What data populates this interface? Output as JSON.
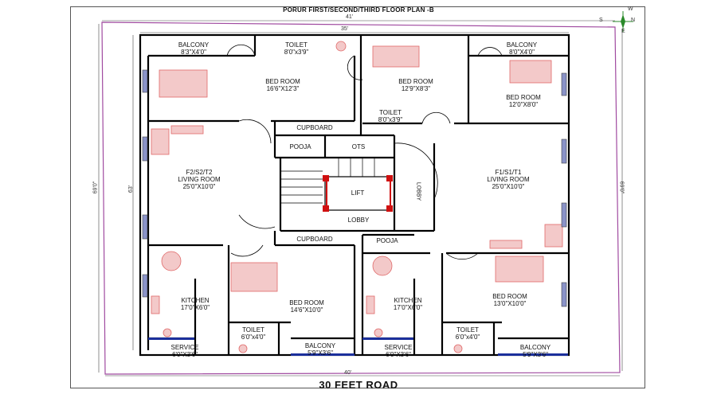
{
  "title": "PORUR FIRST/SECOND/THIRD FLOOR PLAN -B",
  "road": "30 FEET ROAD",
  "dimensions": {
    "top_outer": "41'",
    "top_inner": "35'",
    "left_outer": "69'0\"",
    "left_inner": "63'",
    "right": "69'0\"",
    "bottom": "40'"
  },
  "compass": {
    "n": "N",
    "s": "S",
    "e": "E",
    "w": "W"
  },
  "rooms": {
    "balcony_tl": {
      "name": "BALCONY",
      "dim": "8'3\"X4'0\""
    },
    "toilet_t": {
      "name": "TOILET",
      "dim": "8'0\"x3'9\""
    },
    "bed_tl": {
      "name": "BED ROOM",
      "dim": "16'6\"X12'3\""
    },
    "bed_tc": {
      "name": "BED ROOM",
      "dim": "12'9\"X8'3\""
    },
    "balcony_tr": {
      "name": "BALCONY",
      "dim": "8'0\"X4'0\""
    },
    "bed_tr": {
      "name": "BED ROOM",
      "dim": "12'0\"X8'0\""
    },
    "toilet_c": {
      "name": "TOILET",
      "dim": "8'0\"x3'9\""
    },
    "cupboard_t": {
      "name": "CUPBOARD"
    },
    "pooja_t": {
      "name": "POOJA"
    },
    "ots": {
      "name": "OTS"
    },
    "living_l": {
      "name": "F2/S2/T2",
      "sub": "LIVING ROOM",
      "dim": "25'0\"X10'0\""
    },
    "living_r": {
      "name": "F1/S1/T1",
      "sub": "LIVING ROOM",
      "dim": "25'0\"X10'0\""
    },
    "lift": {
      "name": "LIFT"
    },
    "lobby": {
      "name": "LOBBY"
    },
    "lobby_v": {
      "name": "LOBBY"
    },
    "cupboard_b": {
      "name": "CUPBOARD"
    },
    "pooja_b": {
      "name": "POOJA"
    },
    "kitchen_l": {
      "name": "KITCHEN",
      "dim": "17'0\"X6'0\""
    },
    "kitchen_r": {
      "name": "KITCHEN",
      "dim": "17'0\"X6'0\""
    },
    "bed_bl": {
      "name": "BED ROOM",
      "dim": "14'6\"X10'0\""
    },
    "bed_br": {
      "name": "BED ROOM",
      "dim": "13'0\"X10'0\""
    },
    "toilet_bl": {
      "name": "TOILET",
      "dim": "6'0\"x4'0\""
    },
    "toilet_br": {
      "name": "TOILET",
      "dim": "6'0\"x4'0\""
    },
    "service_l": {
      "name": "SERVICE",
      "dim": "6'0\"X3'6\""
    },
    "service_r": {
      "name": "SERVICE",
      "dim": "6'0\"X3'6\""
    },
    "balcony_bl": {
      "name": "BALCONY",
      "dim": "5'9\"X3'6\""
    },
    "balcony_br": {
      "name": "BALCONY",
      "dim": "5'9\"X3'6\""
    }
  },
  "colors": {
    "wall": "#000000",
    "furniture": "#e06a6a",
    "boundary": "#a04aa0",
    "window": "#1b2f9b",
    "column": "#d01010"
  }
}
